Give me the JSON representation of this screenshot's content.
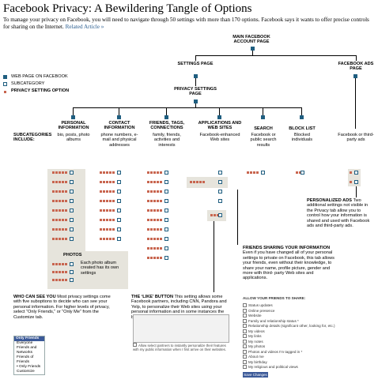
{
  "title": "Facebook Privacy: A Bewildering Tangle of Options",
  "intro": "To manage your privacy on Facebook, you will need to navigate through 50 settings with more than 170 options. Facebook says it wants to offer precise controls for sharing on the Internet.",
  "related_link": "Related Article »",
  "colors": {
    "web_page": "#1f5e80",
    "subcategory_border": "#1f5e80",
    "privacy_option": "#c8654f",
    "shade": "#e6e4dc"
  },
  "legend": {
    "web_page": "WEB PAGE ON FACEBOOK",
    "subcategory": "SUBCATEGORY",
    "privacy_option": "PRIVACY SETTING OPTION"
  },
  "nodes": {
    "main": "MAIN FACEBOOK ACCOUNT PAGE",
    "settings": "SETTINGS PAGE",
    "ads": "FACEBOOK ADS PAGE",
    "privacy": "PRIVACY SETTINGS PAGE"
  },
  "subcategories_label": "SUBCATEGORIES INCLUDE:",
  "categories": [
    {
      "name": "PERSONAL INFORMATION",
      "desc": "bio, posts, photo albums"
    },
    {
      "name": "CONTACT INFORMATION",
      "desc": "phone numbers, e-mail and physical addresses"
    },
    {
      "name": "FRIENDS, TAGS, CONNECTIONS",
      "desc": "family, friends, activities and interests"
    },
    {
      "name": "APPLICATIONS AND WEB SITES",
      "desc": "Facebook-enhanced Web sites"
    },
    {
      "name": "SEARCH",
      "desc": "Facebook or public search results"
    },
    {
      "name": "BLOCK LIST",
      "desc": "Blocked individuals"
    },
    {
      "name": "",
      "desc": "Facebook or third-party ads"
    }
  ],
  "annotations": {
    "photos_title": "PHOTOS",
    "photos_text": "Each photo album created has its own settings",
    "personalized_title": "PERSONALIZED ADS",
    "personalized_text": "Two additional settings not visible in the Privacy tab allow you to control how your information is shared and used with Facebook ads and third-party ads.",
    "friends_title": "FRIENDS SHARING YOUR INFORMATION",
    "friends_text": "Even if you have changed all of your personal settings to private on Facebook, this tab allows your friends, even without their knowledge, to share your name, profile picture, gender and more with third- party Web sites and applications.",
    "whocan_title": "WHO CAN SEE YOU",
    "whocan_text": "Most privacy settings come with five suboptions to decide who can see your personal information. For higher levels of privacy, select “Only Friends,” or “Only Me” from the Customize tab.",
    "like_title": "THE ‘LIKE’ BUTTON",
    "like_text": "This setting allows some Facebook partners, including CNN, Pandora and Yelp, to personalize their Web sites using your personal information and in some instances the browsing habits of your friends."
  },
  "dropdown": {
    "selected": "Only Friends",
    "options": [
      "Everyone",
      "Friends and Networks",
      "Friends of Friends",
      "• Only Friends",
      "Customize"
    ]
  },
  "friends_share": {
    "heading": "ALLOW YOUR FRIENDS TO SHARE:",
    "items": [
      "Status updates",
      "Online presence",
      "Website",
      "Family and relationship status *",
      "Relationship details (significant other, looking for, etc.)",
      "My videos",
      "My links",
      "My notes",
      "My photos",
      "Photos and videos I'm tagged in *",
      "About me",
      "My birthday",
      "My religious and political views"
    ],
    "button": "Save Changes"
  },
  "like_caption": "Allow select partners to instantly personalize their features with my public information when I first arrive on their websites."
}
